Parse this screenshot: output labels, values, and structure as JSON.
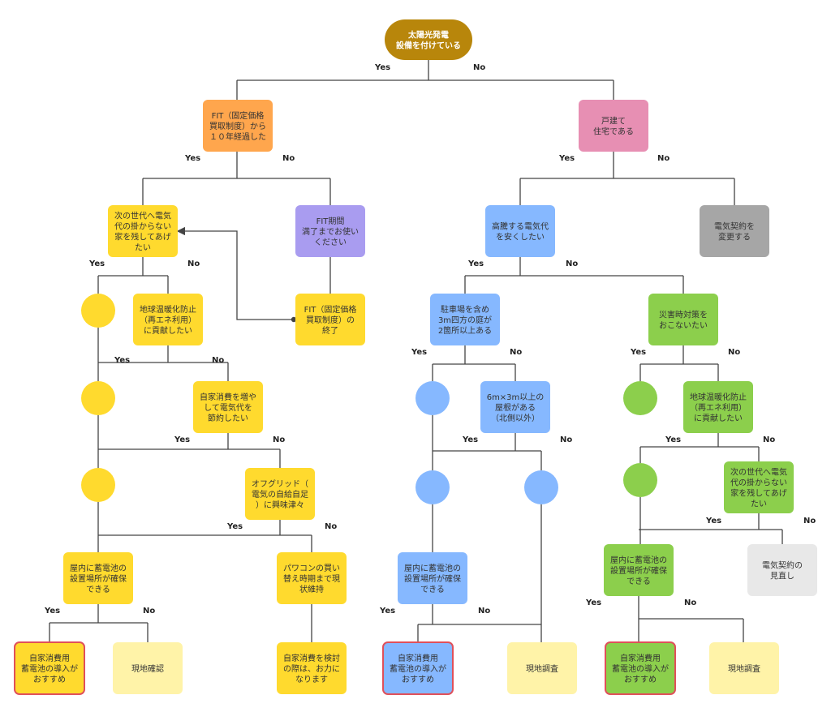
{
  "colors": {
    "root": "#b8860b",
    "orange": "#ffa64d",
    "pink": "#e78fb3",
    "yellow": "#ffda2e",
    "purple": "#a99cf0",
    "blue": "#86b8ff",
    "green": "#8ccf4c",
    "gray": "#a6a6a6",
    "lightgray": "#e8e8e8",
    "paleyellow": "#fff3a8",
    "recommend_border": "#e0505a",
    "line": "#444444"
  },
  "nodes": {
    "root": [
      "太陽光発電",
      "設備を付けている"
    ],
    "fit_elapsed": [
      "FIT（固定価格",
      "買取制度）から",
      "１０年経過した"
    ],
    "detached": [
      "戸建て",
      "住宅である"
    ],
    "next_gen_1": [
      "次の世代へ電気",
      "代の掛からない",
      "家を残してあげ",
      "たい"
    ],
    "fit_end_use": [
      "FIT期間",
      "満了までお使い",
      "ください"
    ],
    "lower_bill": [
      "高騰する電気代",
      "を安くしたい"
    ],
    "change_contract": [
      "電気契約を",
      "変更する"
    ],
    "warming_1": [
      "地球温暖化防止",
      "（再エネ利用）",
      "に貢献したい"
    ],
    "fit_ended": [
      "FIT（固定価格",
      "買取制度）の",
      "終了"
    ],
    "parking": [
      "駐車場を含め",
      "3m四方の庭が",
      "2箇所以上ある"
    ],
    "disaster": [
      "災害時対策を",
      "おこないたい"
    ],
    "self_consume": [
      "自家消費を増や",
      "して電気代を",
      "節約したい"
    ],
    "roof": [
      "6m×3m以上の",
      "屋根がある",
      "（北側以外）"
    ],
    "warming_2": [
      "地球温暖化防止",
      "（再エネ利用）",
      "に貢献したい"
    ],
    "offgrid": [
      "オフグリッド（",
      "電気の自給自足",
      "）に興味津々"
    ],
    "next_gen_2": [
      "次の世代へ電気",
      "代の掛からない",
      "家を残してあげ",
      "たい"
    ],
    "indoor_y": [
      "屋内に蓄電池の",
      "設置場所が確保",
      "できる"
    ],
    "pc_replace": [
      "パワコンの買い",
      "替え時期まで現",
      "状維持"
    ],
    "indoor_b": [
      "屋内に蓄電池の",
      "設置場所が確保",
      "できる"
    ],
    "indoor_g": [
      "屋内に蓄電池の",
      "設置場所が確保",
      "できる"
    ],
    "review_contract": [
      "電気契約の",
      "見直し"
    ],
    "rec_y": [
      "自家消費用",
      "蓄電池の導入が",
      "おすすめ"
    ],
    "site_check": [
      "現地確認"
    ],
    "consider": [
      "自家消費を検討",
      "の際は、お力に",
      "なります"
    ],
    "rec_b": [
      "自家消費用",
      "蓄電池の導入が",
      "おすすめ"
    ],
    "survey_b": [
      "現地調査"
    ],
    "rec_g": [
      "自家消費用",
      "蓄電池の導入が",
      "おすすめ"
    ],
    "survey_g": [
      "現地調査"
    ]
  },
  "labels": {
    "yes": "Yes",
    "no": "No"
  }
}
